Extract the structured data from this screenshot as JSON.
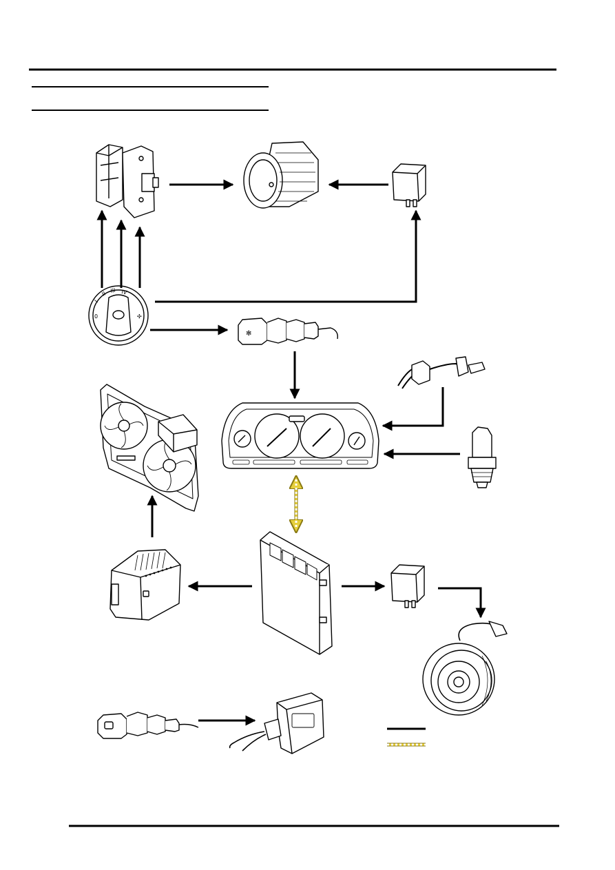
{
  "dial_labels": {
    "off": "0",
    "i": "I",
    "ii": "II",
    "iii": "III",
    "iv": "IV"
  },
  "colors": {
    "line": "#000000",
    "bus_dash": "#e6cf3a",
    "bus_edge": "#8a7a14"
  },
  "components": [
    "blower-resistor",
    "blower-motor",
    "blower-relay",
    "blower-switch",
    "ac-switch",
    "trinary-sensor",
    "coolant-sensor",
    "instrument-cluster",
    "cooling-fans",
    "fan-control-module",
    "engine-ecm",
    "compressor-relay",
    "compressor-clutch",
    "evaporator-sensor-connector",
    "evaporator-temp-sensor"
  ],
  "legend": [
    {
      "type": "solid-line"
    },
    {
      "type": "dashed-bus-line"
    }
  ]
}
